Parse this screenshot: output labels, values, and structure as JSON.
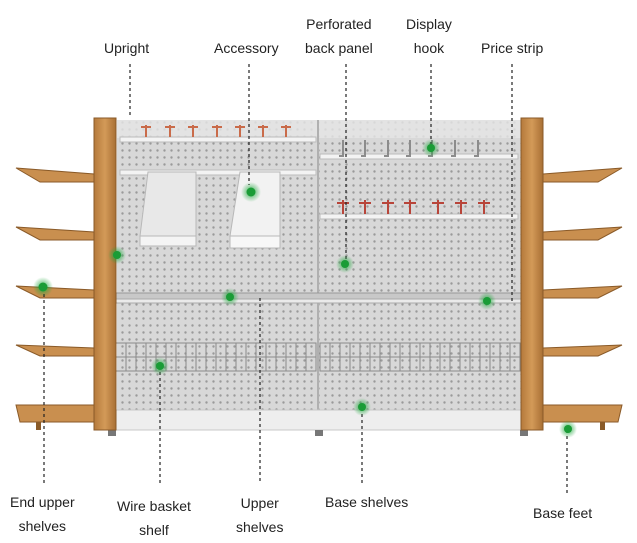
{
  "labels": {
    "upright": "Upright",
    "accessory": "Accessory",
    "perforated_line1": "Perforated",
    "perforated_line2": "back panel",
    "display_hook_line1": "Display",
    "display_hook_line2": "hook",
    "price_strip": "Price strip",
    "end_upper_line1": "End upper",
    "end_upper_line2": "shelves",
    "wire_basket_line1": "Wire basket",
    "wire_basket_line2": "shelf",
    "upper_shelves_line1": "Upper",
    "upper_shelves_line2": "shelves",
    "base_shelves": "Base shelves",
    "base_feet": "Base feet"
  },
  "colors": {
    "wood": "#c98f4f",
    "wood_dark": "#9a6630",
    "panel": "#d9d9d9",
    "marker": "#1fa03a",
    "marker_glow": "#7fd88f",
    "leader": "#222222"
  }
}
